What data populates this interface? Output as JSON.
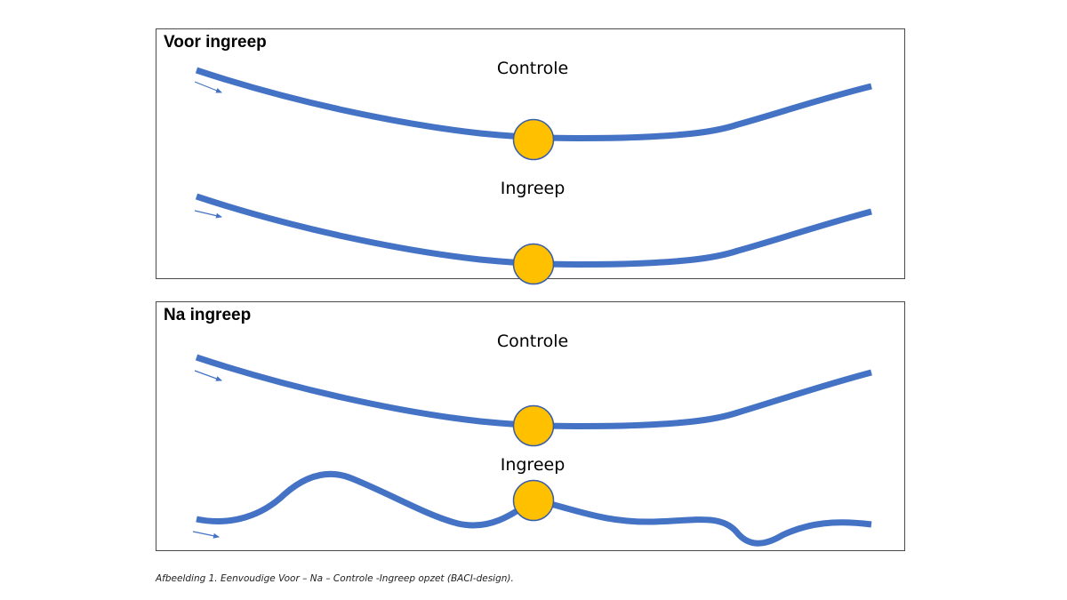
{
  "panels": [
    {
      "title": "Voor ingreep",
      "streams": [
        {
          "label": "Controle",
          "shape": "gentle-curve"
        },
        {
          "label": "Ingreep",
          "shape": "gentle-curve"
        }
      ]
    },
    {
      "title": "Na ingreep",
      "streams": [
        {
          "label": "Controle",
          "shape": "gentle-curve"
        },
        {
          "label": "Ingreep",
          "shape": "meandering"
        }
      ]
    }
  ],
  "caption": "Afbeelding 1. Eenvoudige Voor – Na – Controle -Ingreep opzet (BACI-design).",
  "colors": {
    "stream": "#4472C4",
    "site_fill": "#FFC000",
    "site_stroke": "#3B5EA8",
    "border": "#4a4a4a"
  },
  "icons": {
    "flow_direction": "arrow-right-down-icon",
    "sampling_site": "circle-marker-icon"
  }
}
